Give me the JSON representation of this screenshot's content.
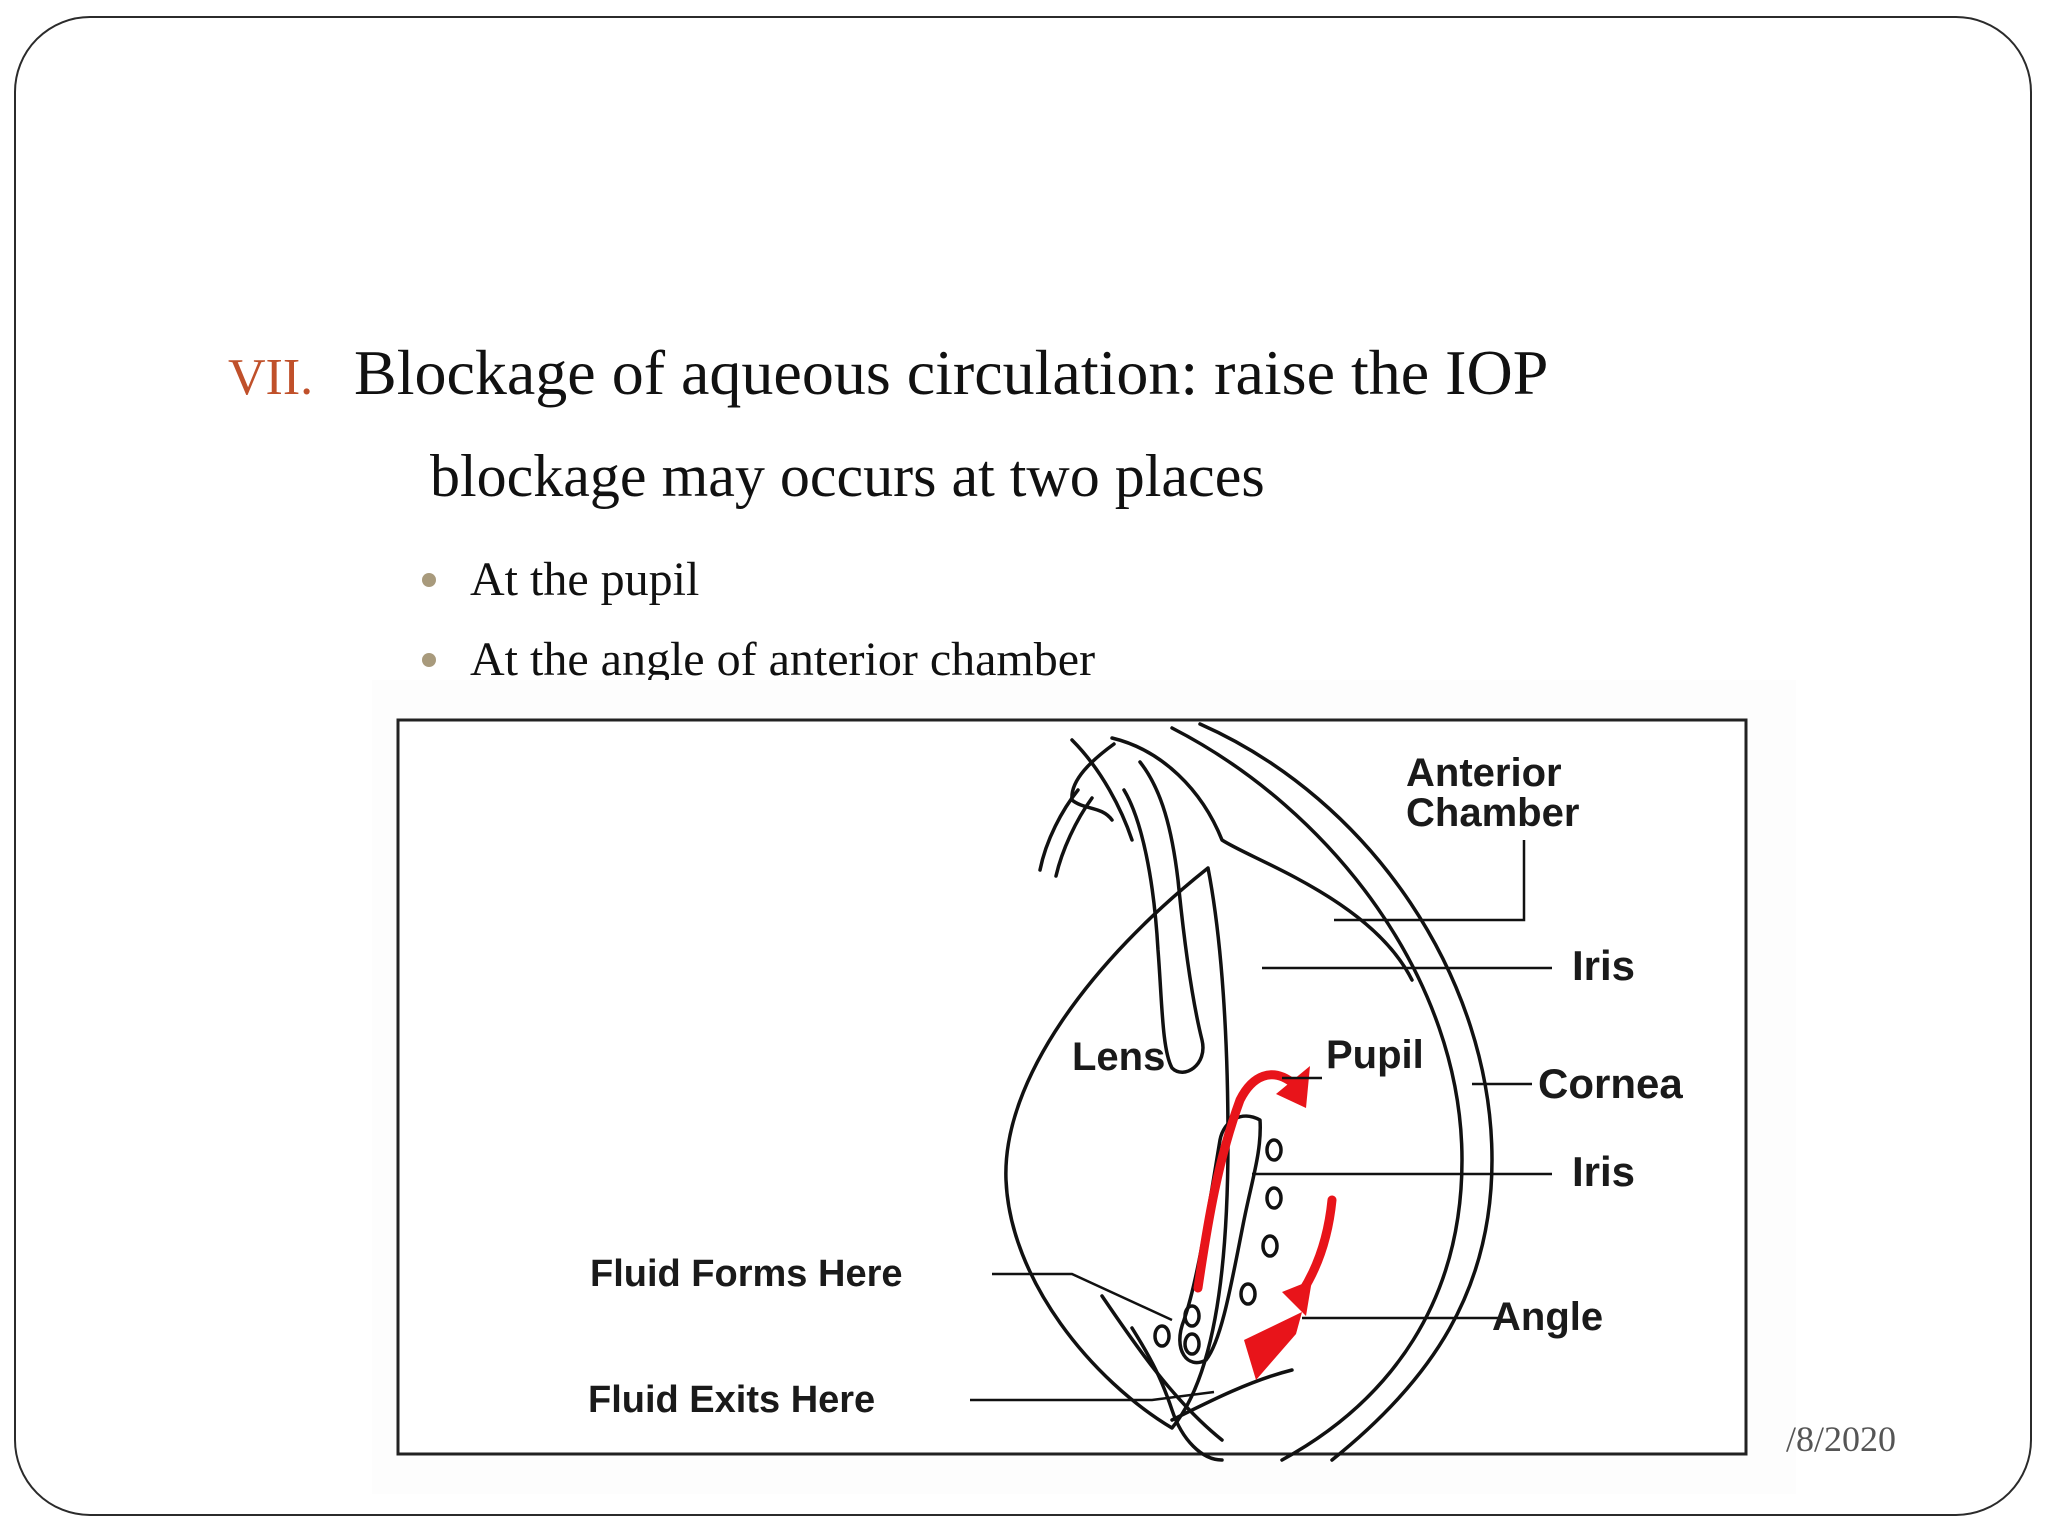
{
  "slide": {
    "heading_number": "VII.",
    "heading_text": "Blockage of aqueous circulation: raise the IOP",
    "subheading": "blockage may occurs at two places",
    "bullets": [
      "At the pupil",
      "At the angle of anterior chamber"
    ],
    "footer_date": "/8/2020"
  },
  "diagram": {
    "labels": {
      "anterior_chamber_line1": "Anterior",
      "anterior_chamber_line2": "Chamber",
      "iris_upper": "Iris",
      "lens": "Lens",
      "pupil": "Pupil",
      "cornea": "Cornea",
      "iris_lower": "Iris",
      "fluid_forms": "Fluid Forms Here",
      "angle": "Angle",
      "fluid_exits": "Fluid Exits Here"
    },
    "colors": {
      "flow_arrow": "#e8141a",
      "outline": "#111111"
    }
  },
  "theme": {
    "heading_number_color": "#c0502a",
    "bullet_color": "#a89a7c"
  }
}
